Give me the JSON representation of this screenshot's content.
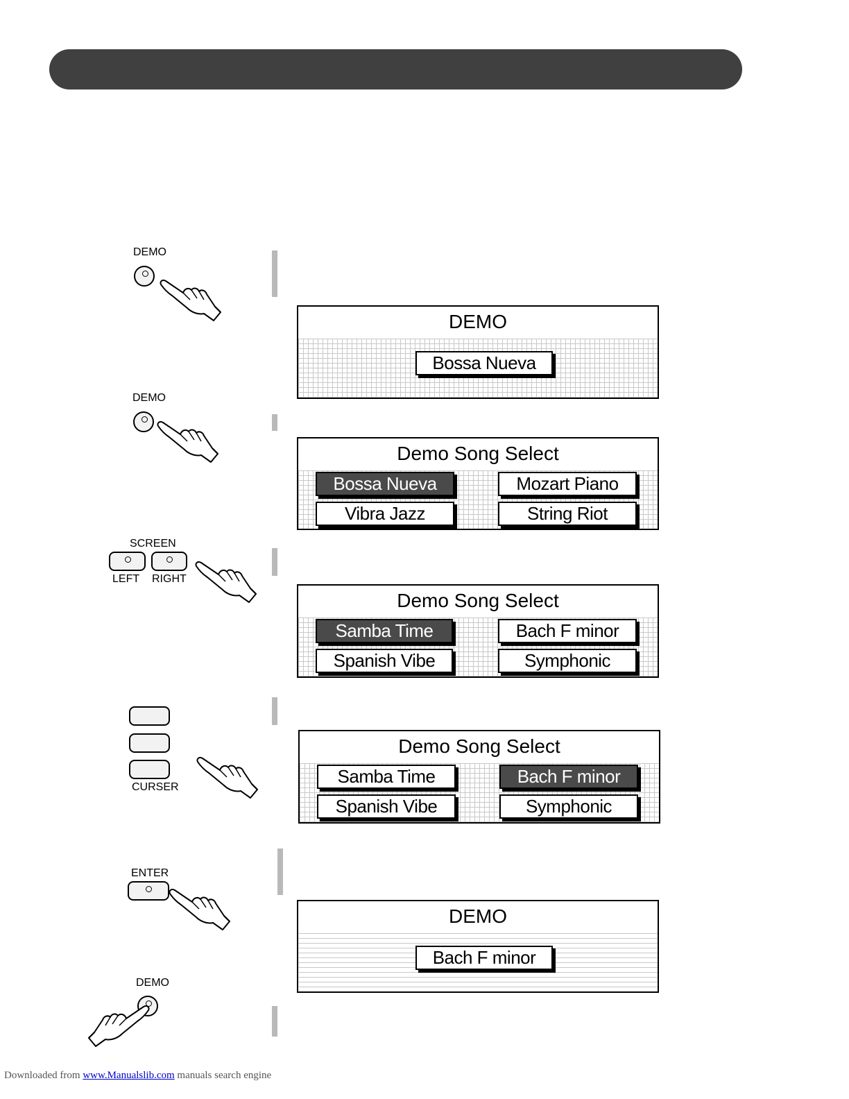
{
  "buttons": {
    "demo": "DEMO",
    "screen": "SCREEN",
    "left": "LEFT",
    "right": "RIGHT",
    "curser": "CURSER",
    "enter": "ENTER"
  },
  "screens": [
    {
      "title": "DEMO",
      "items": [
        "Bossa Nueva"
      ]
    },
    {
      "title": "Demo Song Select",
      "items": [
        "Bossa Nueva",
        "Mozart Piano",
        "Vibra Jazz",
        "String Riot"
      ],
      "selected": "Bossa Nueva"
    },
    {
      "title": "Demo Song Select",
      "items": [
        "Samba Time",
        "Bach F minor",
        "Spanish Vibe",
        "Symphonic"
      ],
      "selected": "Samba Time"
    },
    {
      "title": "Demo Song Select",
      "items": [
        "Samba Time",
        "Bach F minor",
        "Spanish Vibe",
        "Symphonic"
      ],
      "selected": "Bach F minor"
    },
    {
      "title": "DEMO",
      "items": [
        "Bach F minor"
      ]
    }
  ],
  "footer": {
    "prefix": "Downloaded from",
    "link": "www.Manualslib.com",
    "suffix": "manuals search engine"
  },
  "colors": {
    "banner": "#404040",
    "selected": "#4a4a4a",
    "bar": "#b9b9b9",
    "grid": "#c8c8c8"
  }
}
